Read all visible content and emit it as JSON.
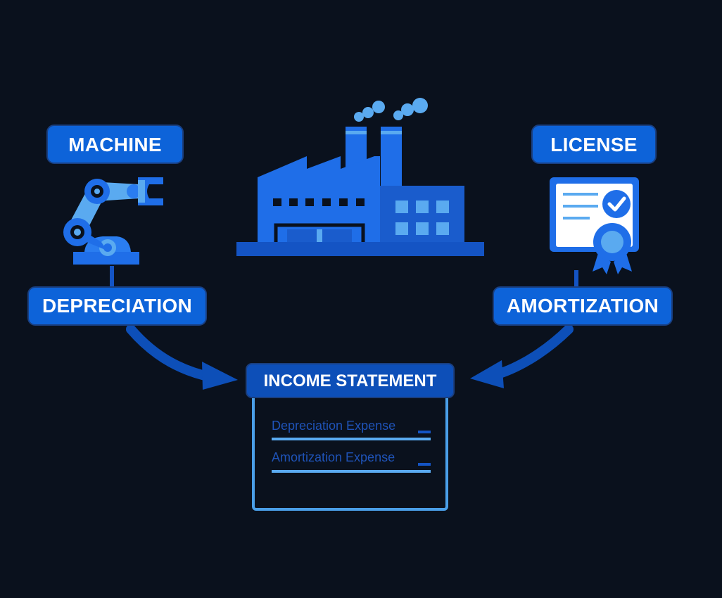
{
  "diagram": {
    "nodes": [
      {
        "id": "machine",
        "label": "MACHINE",
        "icon": "robotic-arm-icon"
      },
      {
        "id": "license",
        "label": "LICENSE",
        "icon": "certificate-icon"
      },
      {
        "id": "depreciation",
        "label": "DEPRECIATION"
      },
      {
        "id": "amortization",
        "label": "AMORTIZATION"
      },
      {
        "id": "factory",
        "icon": "factory-icon"
      },
      {
        "id": "income-statement",
        "label": "INCOME STATEMENT",
        "lines": [
          {
            "label": "Depreciation Expense"
          },
          {
            "label": "Amortization Expense"
          }
        ]
      }
    ],
    "edges": [
      {
        "from": "machine",
        "to": "depreciation"
      },
      {
        "from": "license",
        "to": "amortization"
      },
      {
        "from": "depreciation",
        "to": "income-statement"
      },
      {
        "from": "amortization",
        "to": "income-statement"
      }
    ]
  },
  "colors": {
    "background": "#0a111d",
    "pill": "#0d63d9",
    "icon_blue": "#1f6ee8",
    "icon_light": "#5aaaf0",
    "panel_outline": "#4a9fe8",
    "arrow": "#0d4fb8"
  }
}
